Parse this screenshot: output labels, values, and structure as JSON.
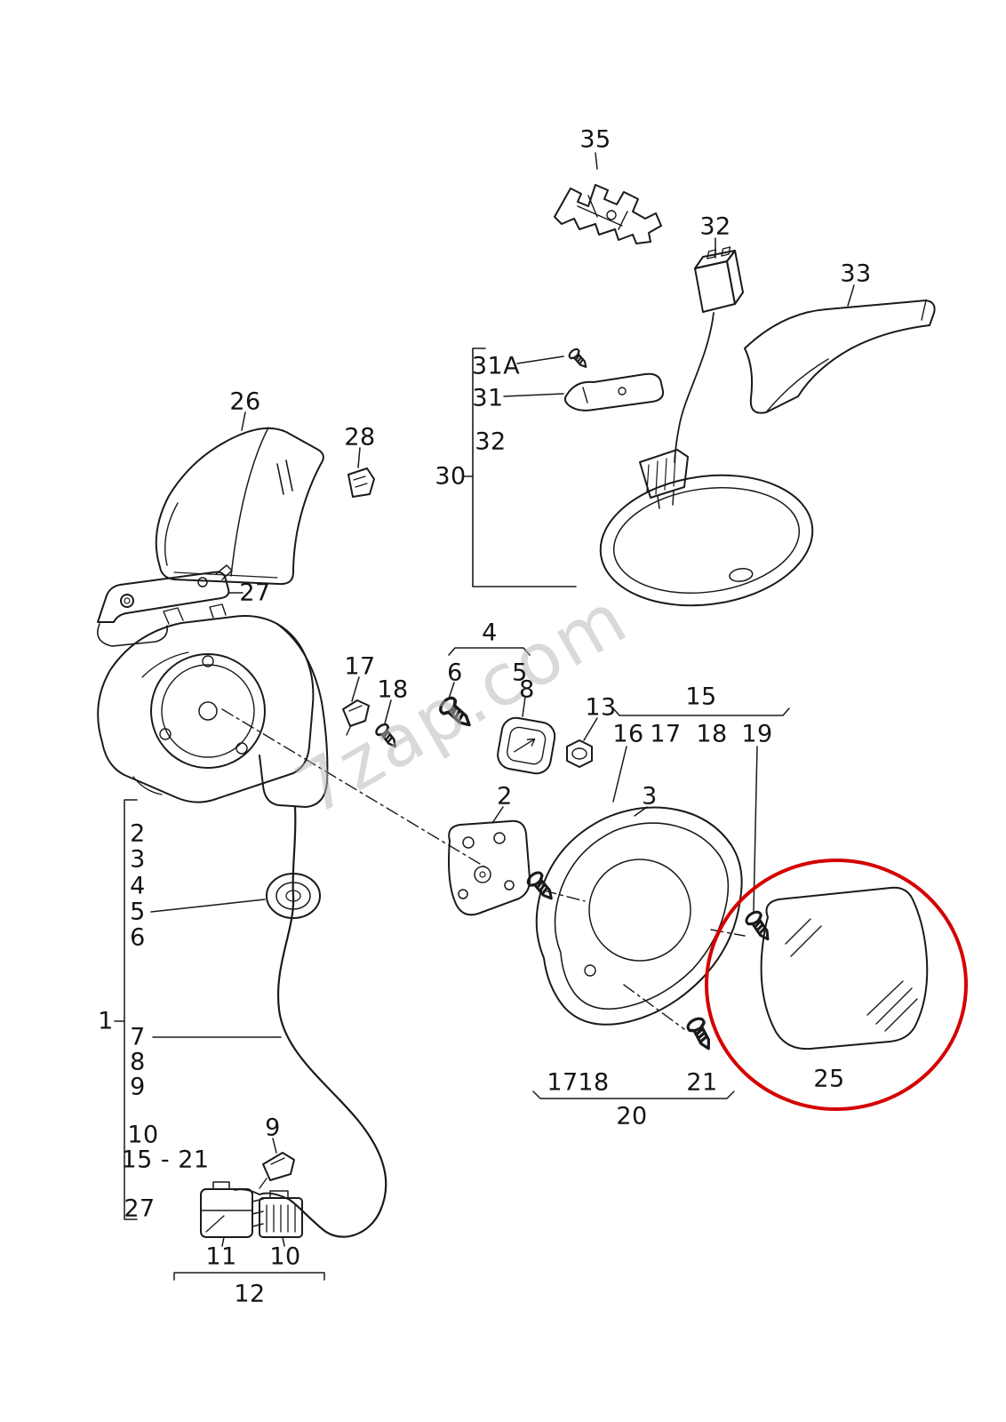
{
  "diagram": {
    "kind": "exploded-parts-diagram",
    "subject": "exterior and interior mirror assembly"
  },
  "watermark": "7zap.com",
  "colors": {
    "line": "#1a1a1a",
    "highlight": "#d40000",
    "watermark": "#b5b5b5"
  },
  "labels": {
    "l35": "35",
    "l32_top": "32",
    "l33": "33",
    "l31a": "31A",
    "l31": "31",
    "l32_mid": "32",
    "l30": "30",
    "l26": "26",
    "l28": "28",
    "l27_upper": "27",
    "l17_clip": "17",
    "l18_screw": "18",
    "l4": "4",
    "l6": "6",
    "l5": "5",
    "l8": "8",
    "l13": "13",
    "l15": "15",
    "l16": "16",
    "l17_row": "17",
    "l18_row": "18",
    "l19_row": "19",
    "l2_center": "2",
    "l3": "3",
    "l1": "1",
    "col_2": "2",
    "col_3": "3",
    "col_4": "4",
    "col_5": "5",
    "col_6": "6",
    "col_7": "7",
    "col_8": "8",
    "col_9": "9",
    "col_10": "10",
    "col_15_21": "15 - 21",
    "col_27": "27",
    "l9_cable": "9",
    "l11": "11",
    "l10_conn": "10",
    "l12": "12",
    "l17_bottom": "17",
    "l18_bottom": "18",
    "l21_bottom": "21",
    "l20": "20",
    "l25": "25"
  }
}
